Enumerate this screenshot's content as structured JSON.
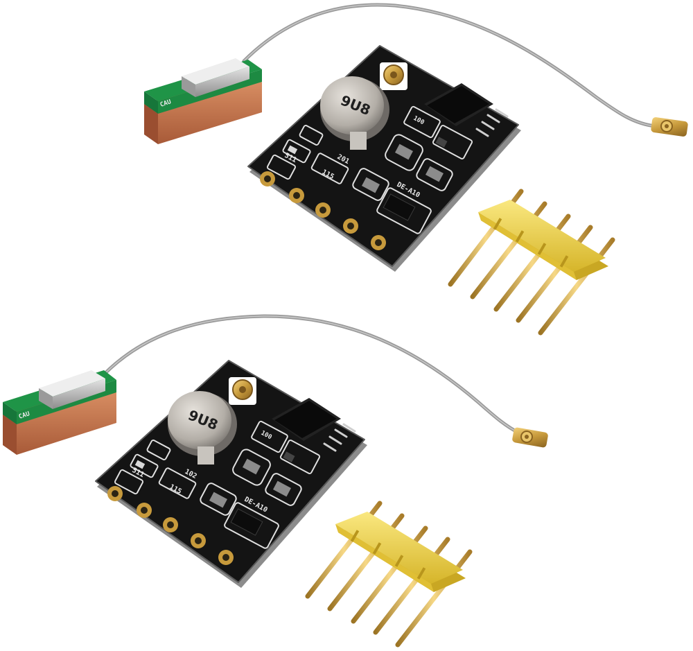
{
  "scene": {
    "background": "#ffffff",
    "colors": {
      "pcb": "#141414",
      "pcb_edge": "#7c7c7c",
      "silkscreen": "#e8e8e8",
      "gold": "#c79a3c",
      "header_plastic": "#ead24a",
      "antenna_ceramic": "#c2724a",
      "antenna_green": "#1f9447",
      "cable": "#9a9a9a",
      "battery": "#b9b4ae"
    }
  },
  "modules": [
    {
      "battery_label": "9U8",
      "chip_label": "DE-A10",
      "resistor_labels": [
        "511",
        "201",
        "115",
        "100"
      ],
      "antenna_label": "CAU"
    },
    {
      "battery_label": "9U8",
      "chip_label": "DE-A10",
      "resistor_labels": [
        "511",
        "102",
        "115",
        "100"
      ],
      "antenna_label": "CAU"
    }
  ]
}
